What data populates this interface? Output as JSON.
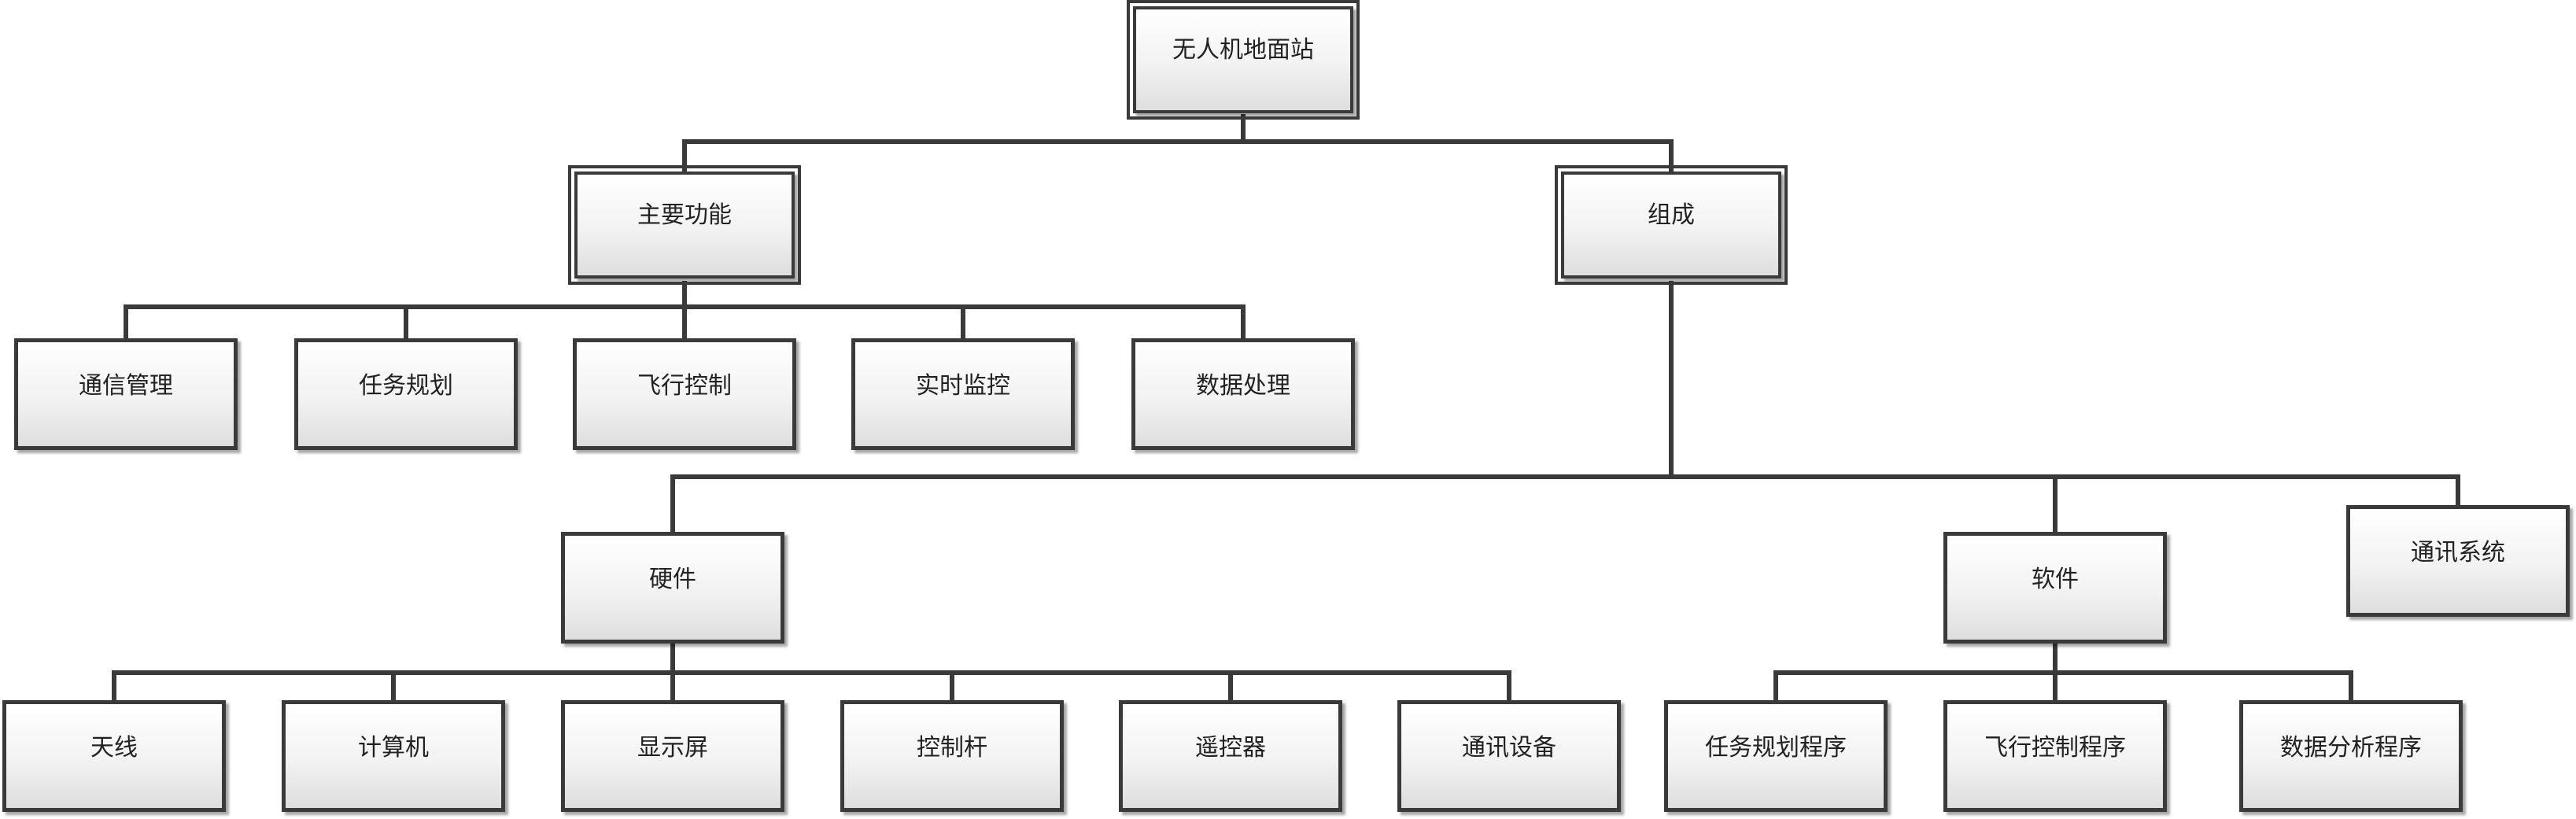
{
  "diagram": {
    "type": "hierarchy",
    "root": {
      "label": "无人机地面站"
    },
    "functions": {
      "label": "主要功能",
      "items": [
        "通信管理",
        "任务规划",
        "飞行控制",
        "实时监控",
        "数据处理"
      ]
    },
    "composition": {
      "label": "组成",
      "hardware": {
        "label": "硬件",
        "items": [
          "天线",
          "计算机",
          "显示屏",
          "控制杆",
          "遥控器",
          "通讯设备"
        ]
      },
      "software": {
        "label": "软件",
        "items": [
          "任务规划程序",
          "飞行控制程序",
          "数据分析程序"
        ]
      },
      "comm_system": {
        "label": "通讯系统"
      }
    },
    "colors": {
      "line": "#3a3a3a",
      "box_top": "#ffffff",
      "box_bottom": "#dedede"
    }
  }
}
